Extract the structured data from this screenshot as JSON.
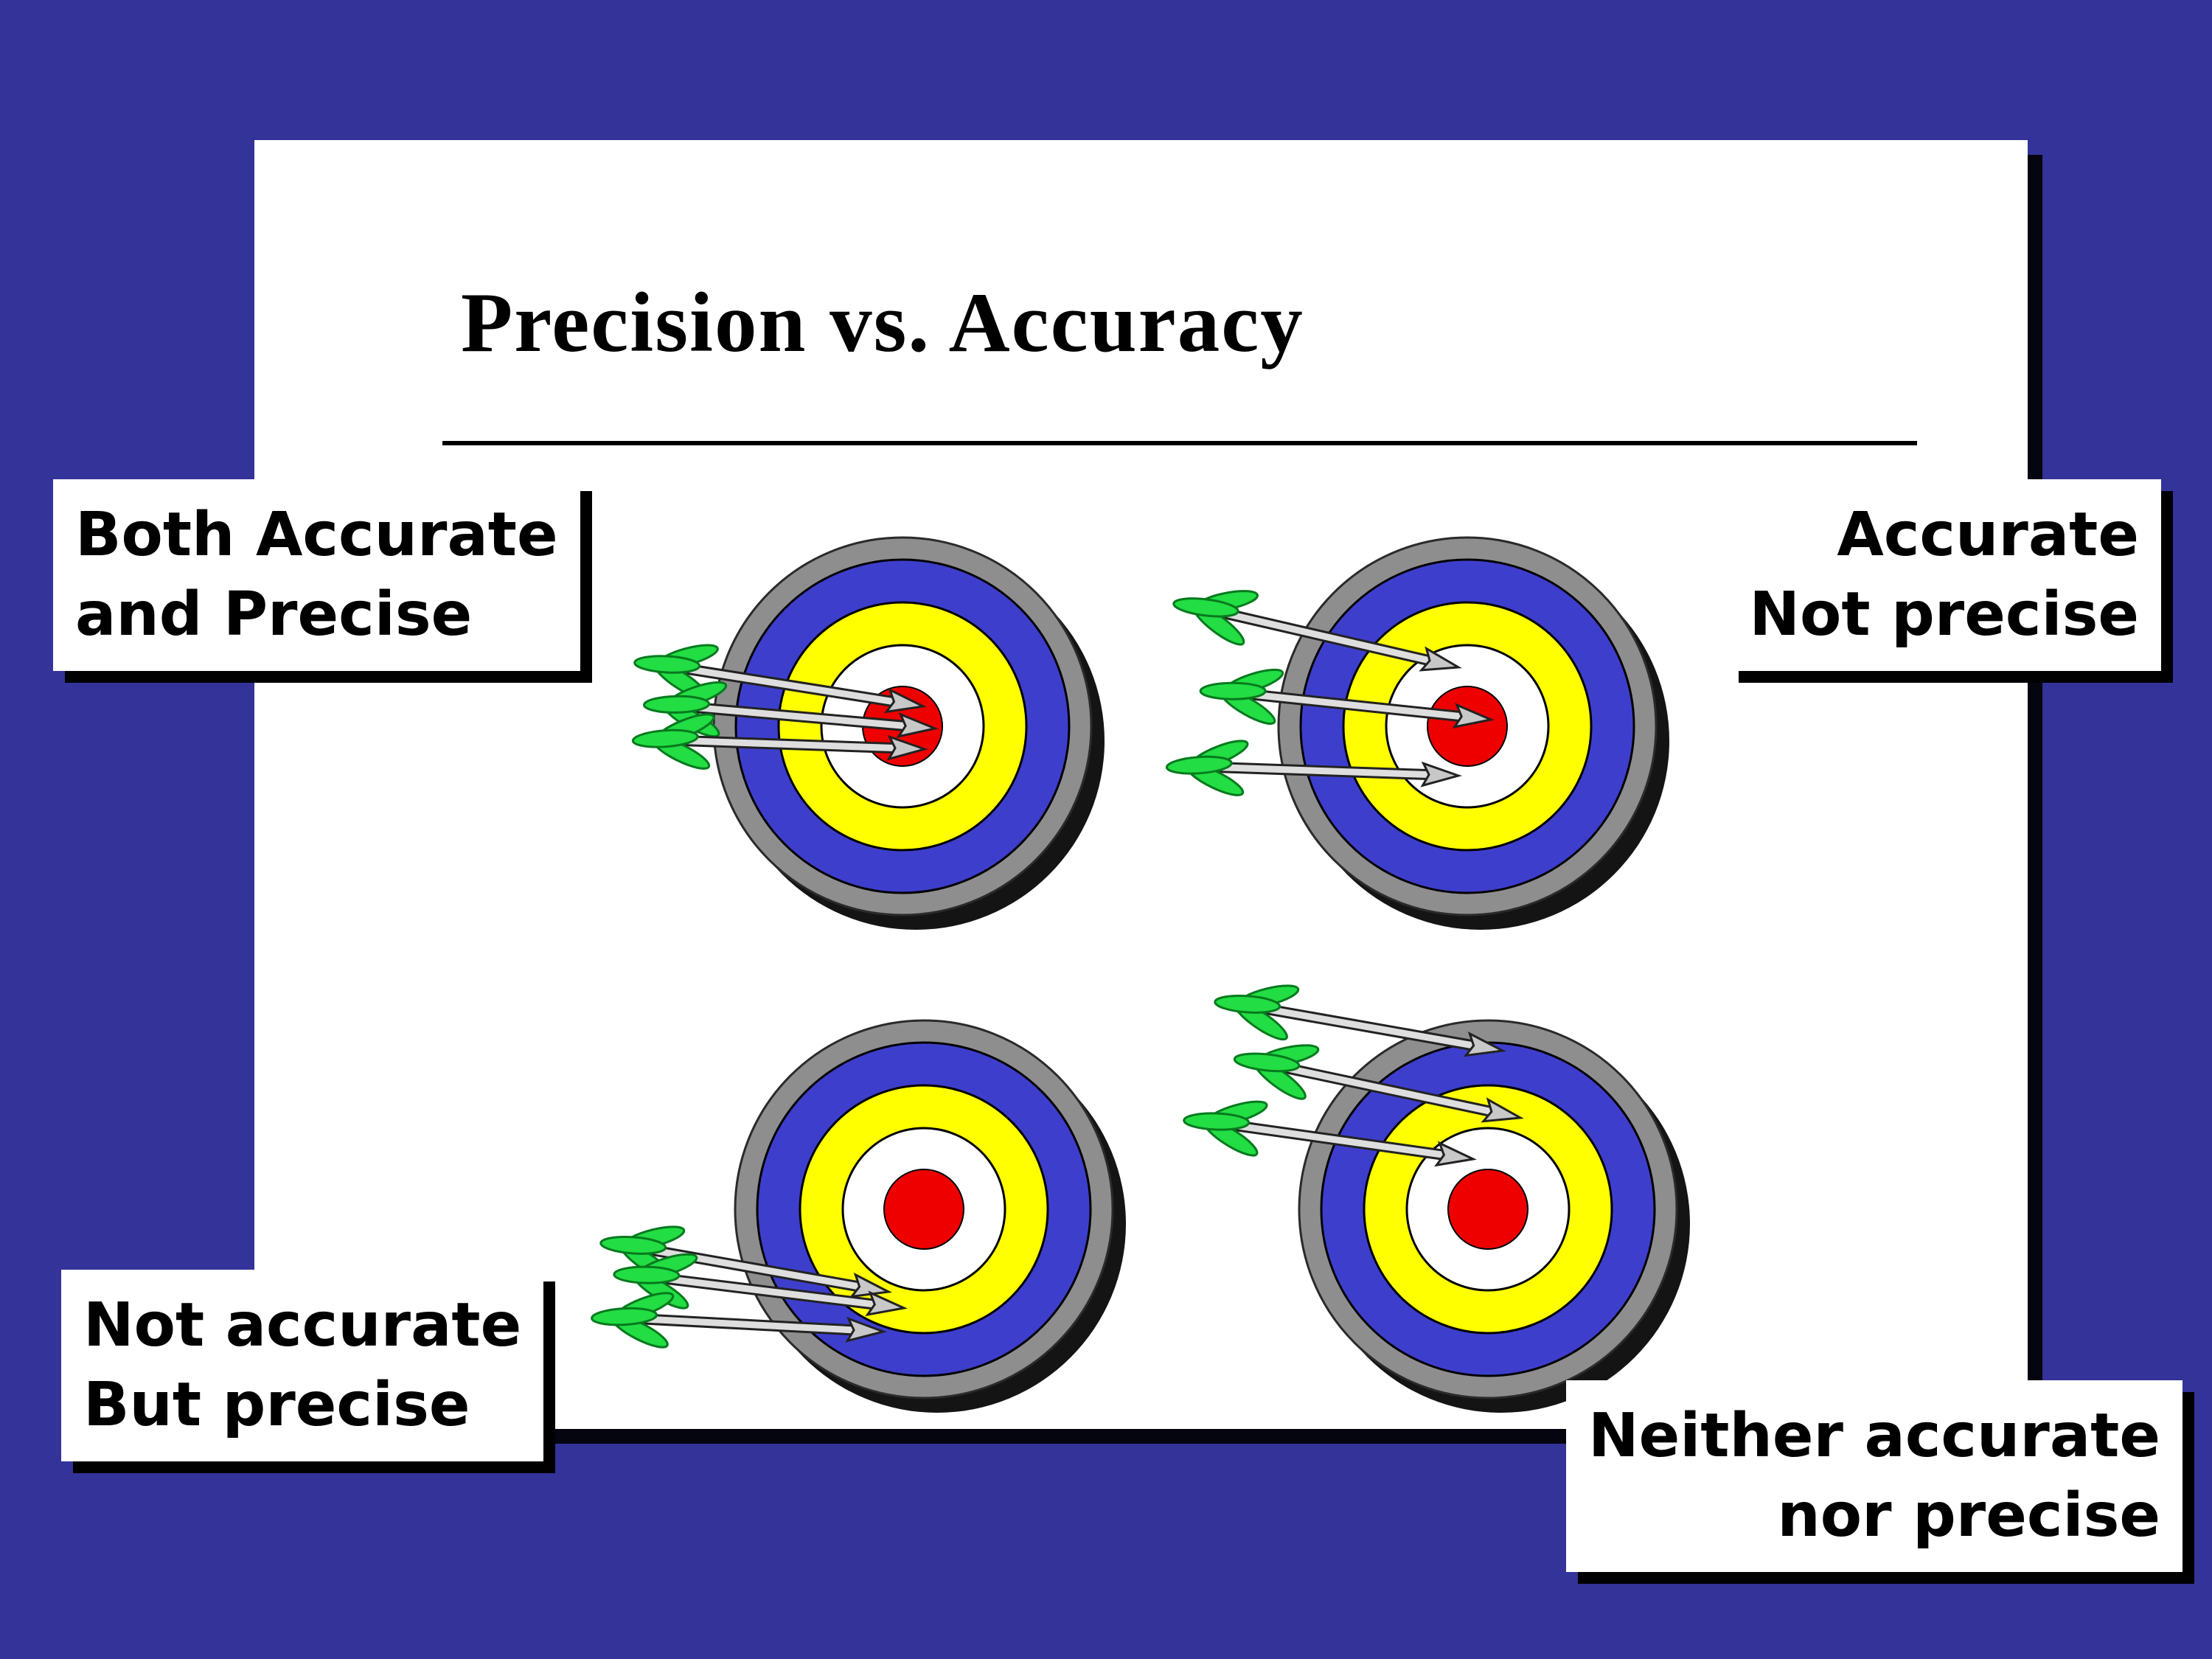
{
  "slide": {
    "title": "Precision vs. Accuracy"
  },
  "captions": {
    "top_left": {
      "line1": "Both Accurate",
      "line2": "and Precise"
    },
    "top_right": {
      "line1": "Accurate",
      "line2": "Not precise"
    },
    "bottom_left": {
      "line1": "Not accurate",
      "line2": "But precise"
    },
    "bottom_right": {
      "line1": "Neither accurate",
      "line2": "nor precise"
    }
  },
  "targets": [
    {
      "caption": "Both Accurate and Precise",
      "arrows": 3,
      "pattern": "tight cluster in the red bullseye"
    },
    {
      "caption": "Accurate Not precise",
      "arrows": 3,
      "pattern": "spread out around the bullseye"
    },
    {
      "caption": "Not accurate But precise",
      "arrows": 3,
      "pattern": "tight cluster low-left, off the bullseye"
    },
    {
      "caption": "Neither accurate nor precise",
      "arrows": 3,
      "pattern": "spread out and off the bullseye"
    }
  ],
  "colors": {
    "page_background": "#333399",
    "slide_background": "#ffffff",
    "text": "#000000",
    "ring_blue": "#3e3ecd",
    "ring_yellow": "#ffff00",
    "ring_white": "#ffffff",
    "bullseye_red": "#ee0000",
    "rim_gray": "#8e8e8e",
    "fletching_green": "#22dd44",
    "shaft_gray": "#dedede"
  }
}
